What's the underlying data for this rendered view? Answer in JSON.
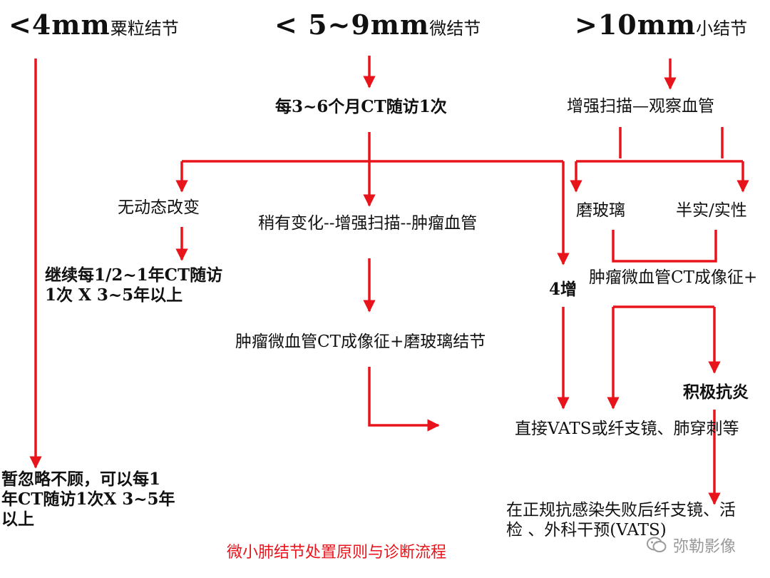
{
  "headers": {
    "left": {
      "size": "<4mm",
      "type": "粟粒结节"
    },
    "middle": {
      "size": "< 5~9mm",
      "type": "微结节"
    },
    "right": {
      "size": ">10mm",
      "type": "小结节"
    }
  },
  "middle_branch": {
    "followup": "每3~6个月CT随访1次",
    "no_change": "无动态改变",
    "continue_line1": "继续每1/2~1年CT随访",
    "continue_line2": "1次 X 3~5年以上",
    "slight_change": "稍有变化--增强扫描--肿瘤血管",
    "ct_sign_ggo": "肿瘤微血管CT成像征+磨玻璃结节"
  },
  "right_branch": {
    "enhanced_scan": "增强扫描—观察血管",
    "ggo": "磨玻璃",
    "solid": "半实/实性",
    "ct_sign": "肿瘤微血管CT成像征+",
    "increase": "4增",
    "anti_inflammation": "积极抗炎",
    "direct_vats": "直接VATS或纤支镜、肺穿刺等",
    "after_fail_line1": "在正规抗感染失败后纤支镜、活",
    "after_fail_line2": "检 、外科干预(VATS)"
  },
  "left_branch": {
    "ignore_line1": "暂忽略不顾，可以每1",
    "ignore_line2": "年CT随访1次X 3~5年",
    "ignore_line3": "以上"
  },
  "caption": "微小肺结节处置原则与诊断流程",
  "watermark": "弥勒影像",
  "colors": {
    "arrow": "#e8141b",
    "caption": "#e8141b",
    "text": "#111111"
  }
}
